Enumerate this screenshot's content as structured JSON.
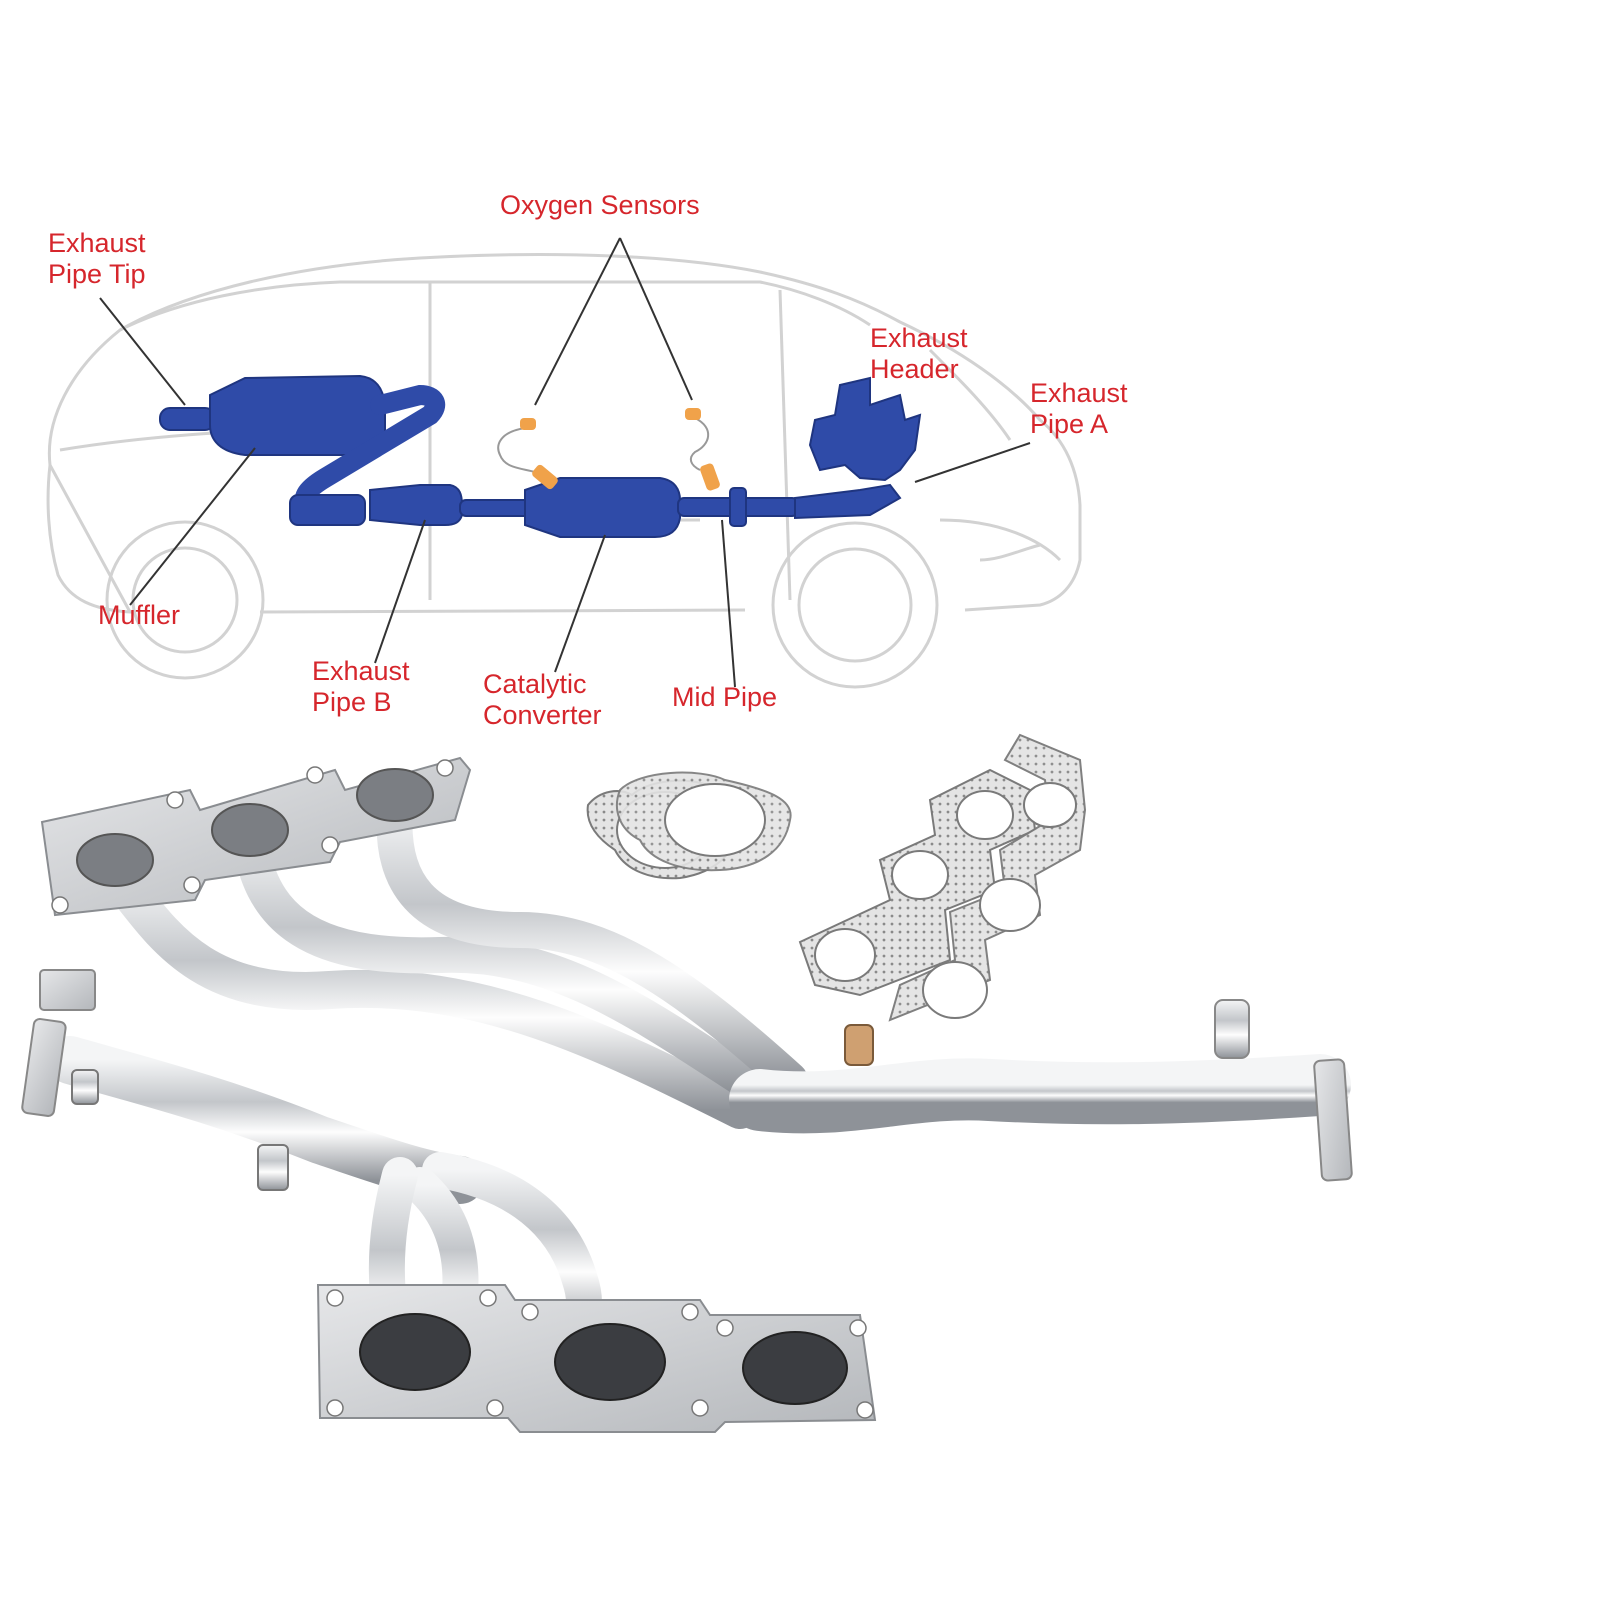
{
  "diagram": {
    "colors": {
      "label": "#d6262c",
      "exhaust_system": "#2f4ba8",
      "car_outline": "#d2d2d2",
      "leader_line": "#333333",
      "sensor": "#f0a24a",
      "steel": "#c9ccd0",
      "gasket": "#d9d9d9"
    },
    "labels": {
      "oxygen_sensors": "Oxygen Sensors",
      "exhaust_pipe_tip": [
        "Exhaust",
        "Pipe Tip"
      ],
      "exhaust_header": [
        "Exhaust",
        "Header"
      ],
      "exhaust_pipe_a": [
        "Exhaust",
        "Pipe A"
      ],
      "muffler": "Muffler",
      "exhaust_pipe_b": [
        "Exhaust",
        "Pipe B"
      ],
      "catalytic_converter": [
        "Catalytic",
        "Converter"
      ],
      "mid_pipe": "Mid Pipe"
    }
  },
  "product": {
    "icons": [
      "exhaust-header-manifold-icon",
      "gasket-icon"
    ]
  }
}
